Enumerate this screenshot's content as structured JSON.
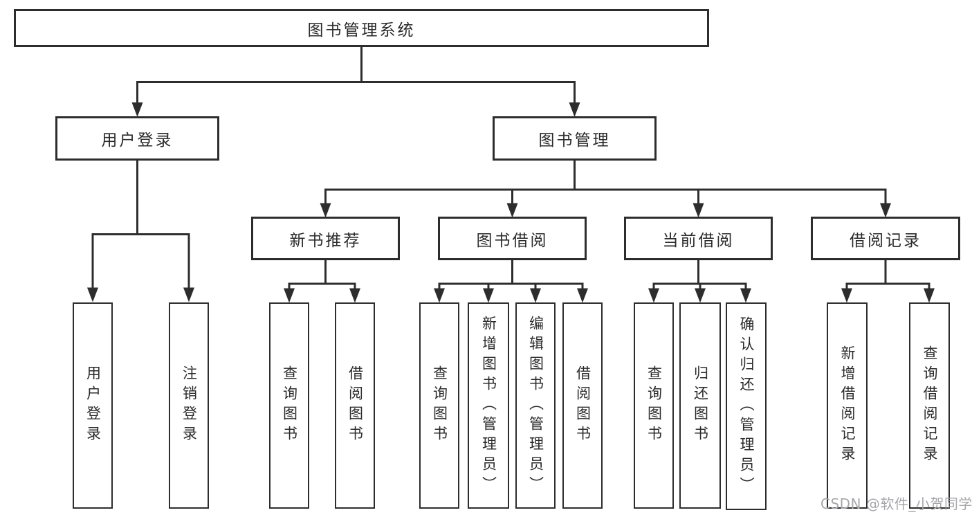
{
  "tree": {
    "root": {
      "label": "图书管理系统",
      "children": [
        {
          "label": "用户登录",
          "children": [
            {
              "label": "用户登录"
            },
            {
              "label": "注销登录"
            }
          ]
        },
        {
          "label": "图书管理",
          "children": [
            {
              "label": "新书推荐",
              "children": [
                {
                  "label": "查询图书"
                },
                {
                  "label": "借阅图书"
                }
              ]
            },
            {
              "label": "图书借阅",
              "children": [
                {
                  "label": "查询图书"
                },
                {
                  "label": "新增图书（管理员）"
                },
                {
                  "label": "编辑图书（管理员）"
                },
                {
                  "label": "借阅图书"
                }
              ]
            },
            {
              "label": "当前借阅",
              "children": [
                {
                  "label": "查询图书"
                },
                {
                  "label": "归还图书"
                },
                {
                  "label": "确认归还（管理员）"
                }
              ]
            },
            {
              "label": "借阅记录",
              "children": [
                {
                  "label": "新增借阅记录"
                },
                {
                  "label": "查询借阅记录"
                }
              ]
            }
          ]
        }
      ]
    }
  },
  "watermark": {
    "text": "CSDN @软件_小贺同学"
  },
  "colors": {
    "line": "#2d2d2d",
    "text": "#2b2b2b",
    "watermark": "#a7a7ab",
    "background": "#ffffff"
  }
}
